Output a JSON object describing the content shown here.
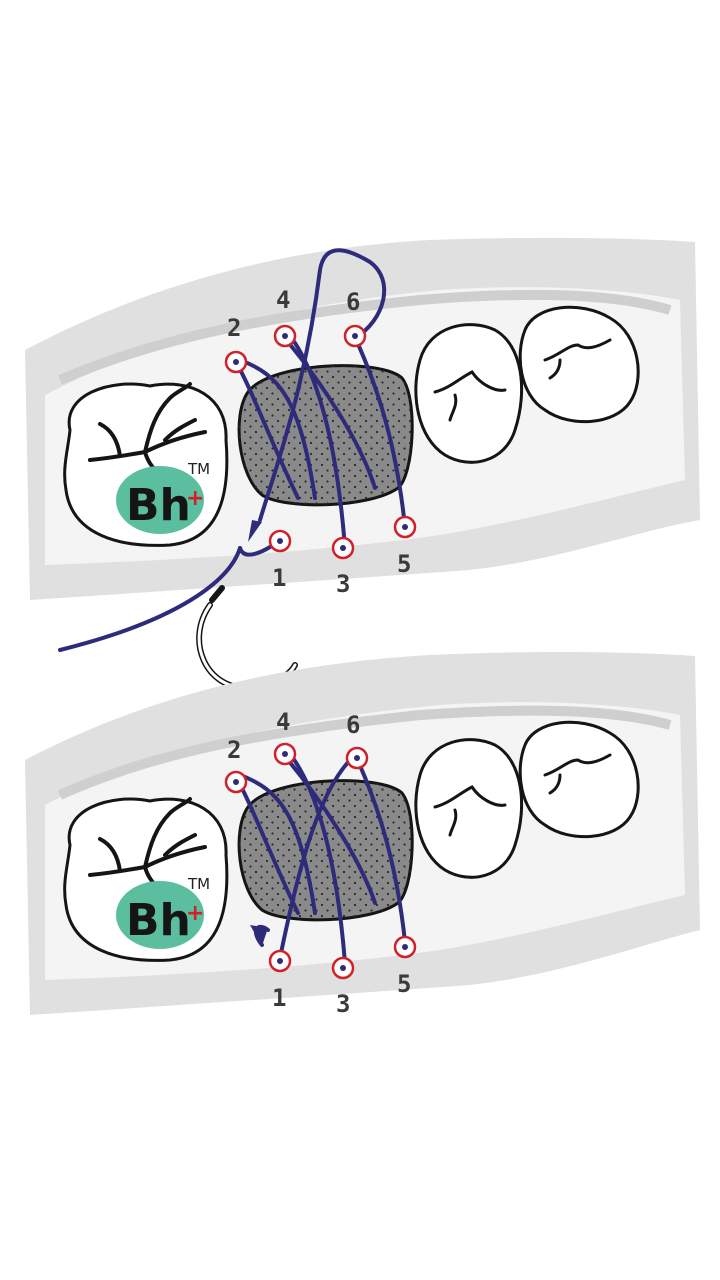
{
  "colors": {
    "gum": "#dddddd",
    "gum_inner": "#f2f2f2",
    "graft": "#8a8a8a",
    "suture": "#2e2c7a",
    "hole_ring": "#d0202a",
    "logo_teal": "#5bbf9f",
    "logo_plus": "#d0202a"
  },
  "panels": [
    {
      "labels": [
        "1",
        "2",
        "3",
        "4",
        "5",
        "6"
      ],
      "logo": {
        "letters": "Bh",
        "mark": "TM"
      }
    },
    {
      "labels": [
        "1",
        "2",
        "3",
        "4",
        "5",
        "6"
      ],
      "logo": {
        "letters": "Bh",
        "mark": "TM"
      }
    }
  ]
}
